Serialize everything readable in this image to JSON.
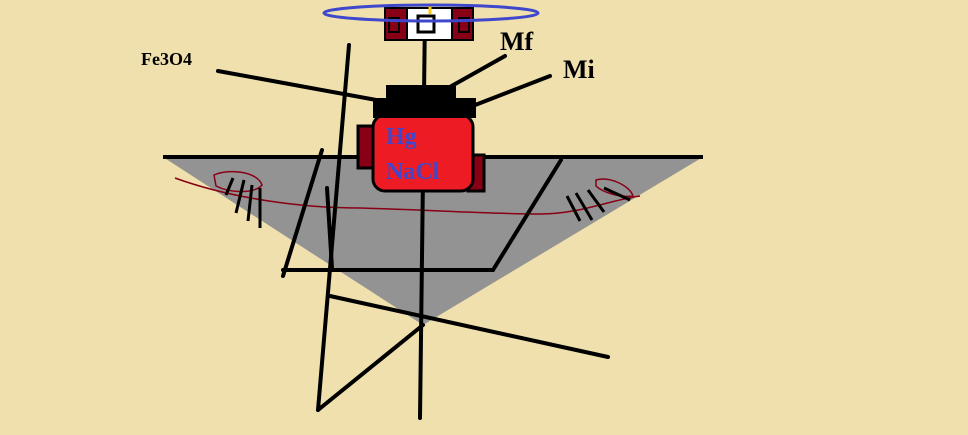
{
  "labels": {
    "fe3o4": "Fe3O4",
    "mf": "Mf",
    "mi": "Mi",
    "hg": "Hg",
    "nacl": "NaCl"
  },
  "colors": {
    "background": "#efe0ae",
    "basin": "#939393",
    "body": "#ed1c24",
    "body_dark": "#880015",
    "halo": "#3f48cc",
    "ink": "#000000",
    "label_blue": "#3f48cc"
  }
}
